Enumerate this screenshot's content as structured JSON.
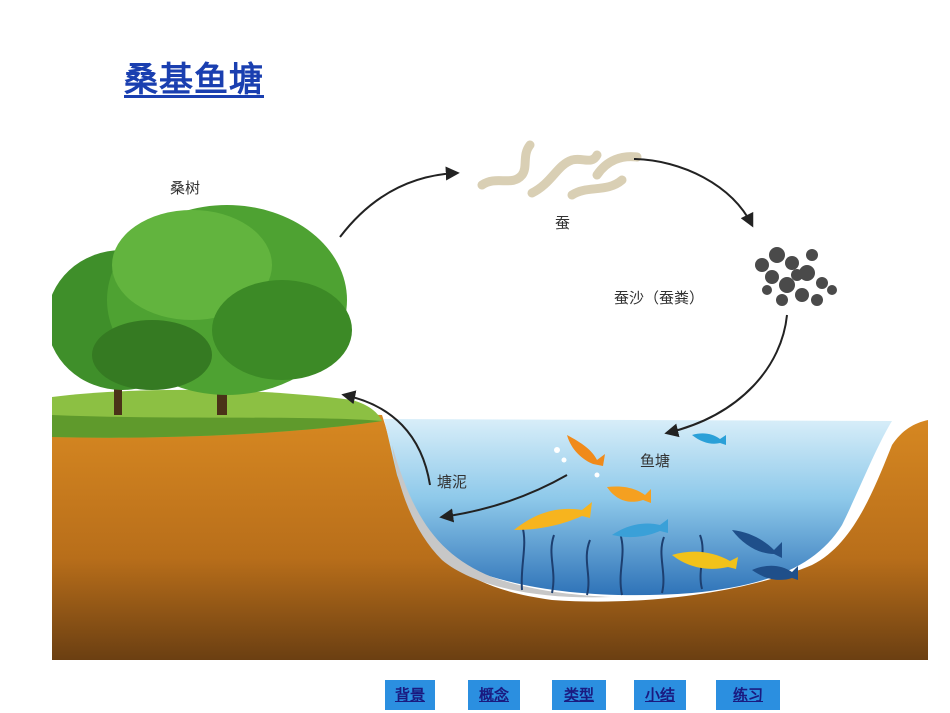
{
  "title": "桑基鱼塘",
  "diagram": {
    "labels": {
      "mulberry": "桑树",
      "silkworm": "蚕",
      "silkworm_droppings": "蚕沙（蚕粪）",
      "fish_pond": "鱼塘",
      "pond_mud": "塘泥"
    }
  },
  "nav": {
    "items": [
      "背景",
      "概念",
      "类型",
      "小结",
      "练习"
    ]
  },
  "colors": {
    "title": "#1a3fb0",
    "nav_bg": "#2b8fe0",
    "soil": "#c9801f",
    "water": "#7cc0e6",
    "grass": "#7fb53a",
    "foliage": "#3f8f2a"
  }
}
